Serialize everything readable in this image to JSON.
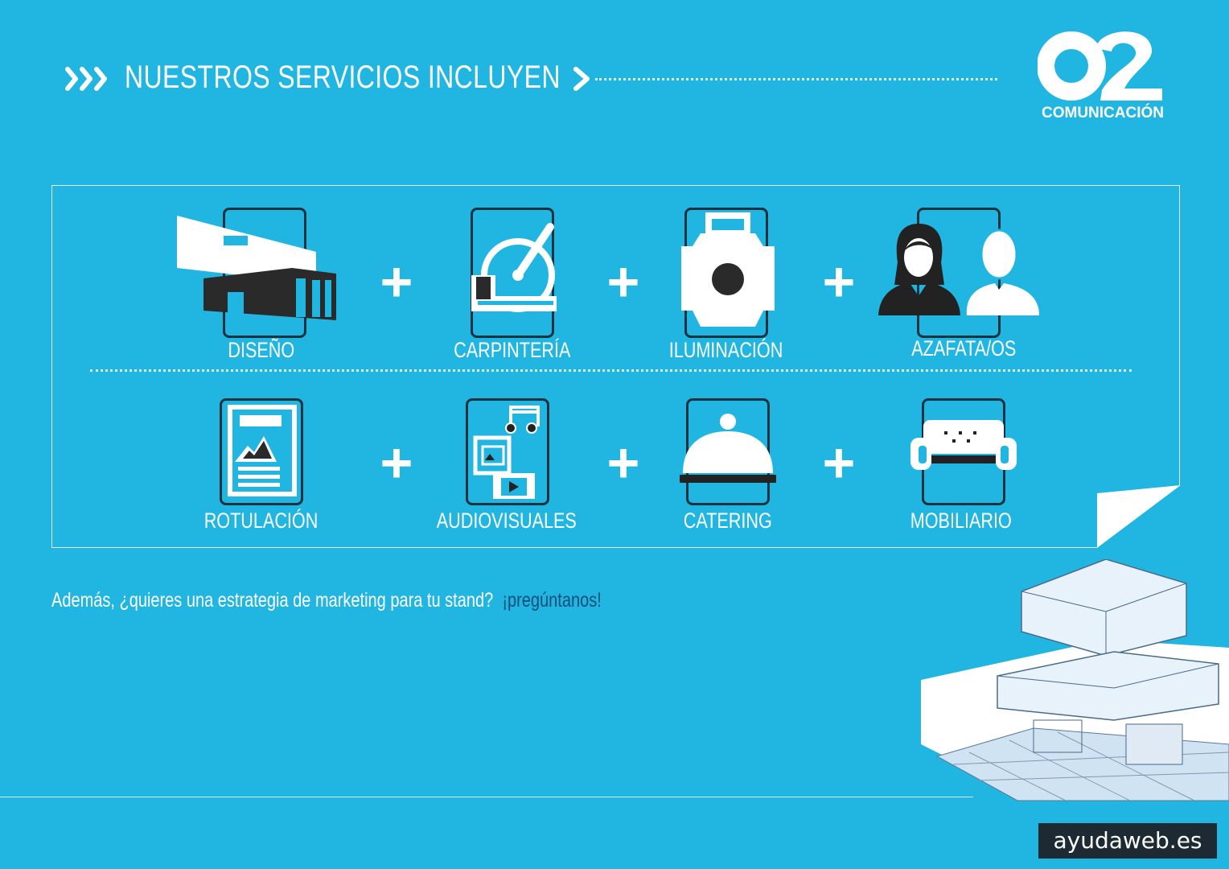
{
  "header": {
    "title": "NUESTROS SERVICIOS INCLUYEN",
    "chevrons": ">>>",
    "arrow": ">"
  },
  "logo": {
    "mark": "O2",
    "text": "COMUNICACIÓN"
  },
  "services_row1": [
    {
      "label": "DISEÑO",
      "icon": "building-icon"
    },
    {
      "label": "CARPINTERÍA",
      "icon": "saw-icon"
    },
    {
      "label": "ILUMINACIÓN",
      "icon": "spotlight-icon"
    },
    {
      "label": "AZAFATA/OS",
      "icon": "hosts-icon"
    }
  ],
  "services_row2": [
    {
      "label": "ROTULACIÓN",
      "icon": "poster-icon"
    },
    {
      "label": "AUDIOVISUALES",
      "icon": "media-icon"
    },
    {
      "label": "CATERING",
      "icon": "cloche-icon"
    },
    {
      "label": "MOBILIARIO",
      "icon": "sofa-icon"
    }
  ],
  "plus": "+",
  "footer": {
    "question": "Además, ¿quieres una estrategia de marketing para tu stand?",
    "cta": "¡pregúntanos!"
  },
  "watermark": "ayudaweb.es",
  "colors": {
    "background": "#21b6e1",
    "frame": "#17323f",
    "cta": "#0f4f78"
  }
}
